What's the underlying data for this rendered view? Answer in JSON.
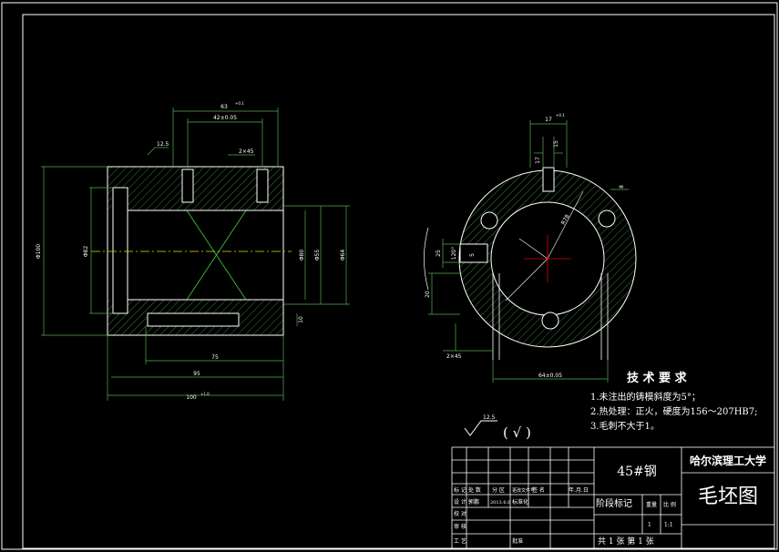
{
  "colors": {
    "background": "#000000",
    "outline": "#ffffff",
    "hatch": "#3c7a3c",
    "dimension": "#4fb04f",
    "centerline": "#e0e000",
    "crosshair": "#e00000",
    "accent_green": "#3fd03f"
  },
  "front_view": {
    "dims": {
      "overall_diameter": "Φ100",
      "left_bore": "Φ82",
      "bore_80": "Φ80",
      "bore_55": "Φ55",
      "outer_64": "Φ64",
      "top_offset": "42±0.05",
      "top_overall": "63",
      "top_tol": "+0.1",
      "chamfer_2x45": "2×45",
      "roughness": "12.5",
      "small_10": "10",
      "len_75": "75",
      "len_95": "95",
      "len_100": "100",
      "len_100_tol": "+1.0"
    }
  },
  "side_view": {
    "dims": {
      "top_width": "17",
      "top_tol": "+0.1",
      "small_15": "15",
      "small_17": "17",
      "right_8": "8",
      "radius": "R78",
      "angle_120": "120°",
      "left_5": "5",
      "left_25": "25",
      "left_20": "20",
      "chamfer": "2×45",
      "bottom": "64±0.05"
    }
  },
  "requirements": {
    "title": "技 术 要 求",
    "lines": [
      "1.未注出的铸模斜度为5°；",
      "2.热处理：正火，硬度为156～207HB7;",
      "3.毛刺不大于1。"
    ]
  },
  "roughness_note": {
    "value": "12.5",
    "symbol": "( √ )"
  },
  "title_block": {
    "material": "45#钢",
    "school": "哈尔滨理工大学",
    "drawing_name": "毛坯图",
    "stage_label": "阶段标记",
    "weight_label": "重量",
    "scale_label": "比 例",
    "scale_value": "1:1",
    "quantity": "1",
    "sheets": "共 1 张  第 1 张",
    "rev_headers": [
      "标 记",
      "处 数",
      "分 区",
      "更改文件号",
      "签 名",
      "年.月.日"
    ],
    "rows": [
      {
        "label": "设 计",
        "name": "郭鹏",
        "date": "2013.6.6",
        "extra": "标准化"
      },
      {
        "label": "校 对",
        "name": "",
        "date": "",
        "extra": ""
      },
      {
        "label": "审 核",
        "name": "",
        "date": "",
        "extra": ""
      },
      {
        "label": "工 艺",
        "name": "",
        "date": "",
        "extra": "批准"
      }
    ]
  }
}
